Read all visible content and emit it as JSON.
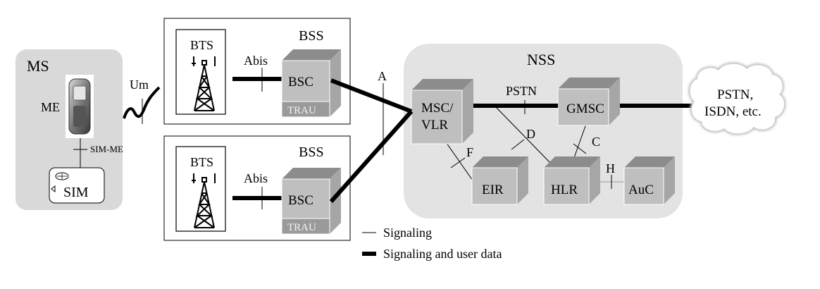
{
  "ms": {
    "title": "MS",
    "me_label": "ME",
    "sim_label": "SIM",
    "sim_me_label": "SIM-ME"
  },
  "interfaces": {
    "um": "Um",
    "abis_top": "Abis",
    "abis_bottom": "Abis",
    "a": "A",
    "pstn": "PSTN",
    "d": "D",
    "c": "C",
    "f": "F",
    "h": "H"
  },
  "bss_top": {
    "title": "BSS",
    "bts": "BTS",
    "bsc": "BSC",
    "trau": "TRAU"
  },
  "bss_bottom": {
    "title": "BSS",
    "bts": "BTS",
    "bsc": "BSC",
    "trau": "TRAU"
  },
  "nss": {
    "title": "NSS",
    "msc_line1": "MSC/",
    "msc_line2": "VLR",
    "gmsc": "GMSC",
    "eir": "EIR",
    "hlr": "HLR",
    "auc": "AuC"
  },
  "cloud": {
    "line1": "PSTN,",
    "line2": "ISDN, etc."
  },
  "legend": {
    "signaling": "Signaling",
    "signaling_user_data": "Signaling and user data"
  }
}
